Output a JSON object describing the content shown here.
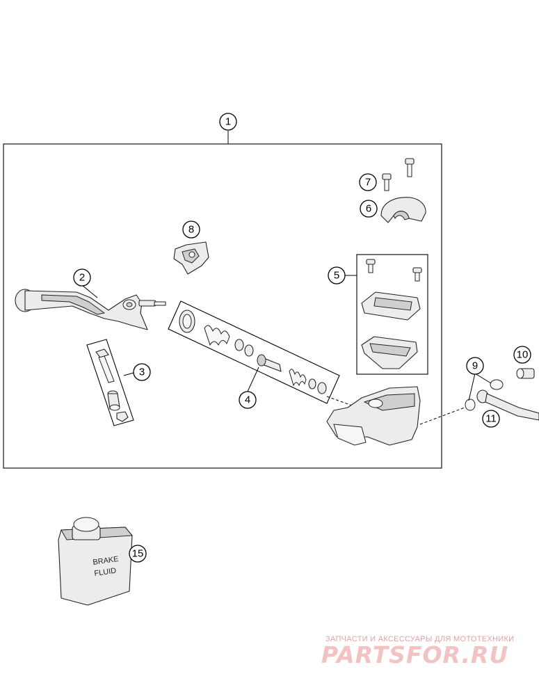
{
  "callouts": [
    {
      "id": "callout-1",
      "label": "1"
    },
    {
      "id": "callout-2",
      "label": "2"
    },
    {
      "id": "callout-3",
      "label": "3"
    },
    {
      "id": "callout-4",
      "label": "4"
    },
    {
      "id": "callout-5",
      "label": "5"
    },
    {
      "id": "callout-6",
      "label": "6"
    },
    {
      "id": "callout-7",
      "label": "7"
    },
    {
      "id": "callout-8",
      "label": "8"
    },
    {
      "id": "callout-9",
      "label": "9"
    },
    {
      "id": "callout-10",
      "label": "10"
    },
    {
      "id": "callout-11",
      "label": "11"
    },
    {
      "id": "callout-15",
      "label": "15"
    }
  ],
  "can": {
    "line1": "BRAKE",
    "line2": "FLUID"
  },
  "watermark": {
    "tagline": "ЗАПЧАСТИ И АКСЕССУАРЫ ДЛЯ МОТОТЕХНИКИ",
    "site": "PARTSFOR.RU",
    "color": "#e5a0a0"
  }
}
